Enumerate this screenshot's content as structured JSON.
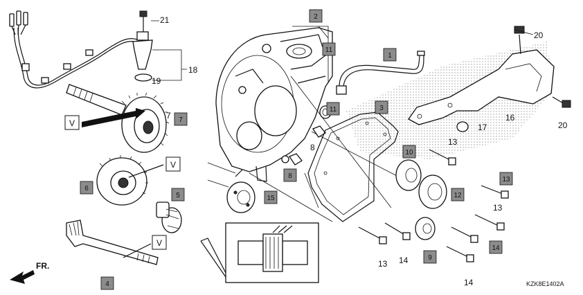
{
  "diagram": {
    "code": "KZK8E1402A",
    "direction_label": "FR.",
    "view_marker": "V",
    "callouts_plain": [
      {
        "id": "c21",
        "text": "21"
      },
      {
        "id": "c20a",
        "text": "20"
      },
      {
        "id": "c18",
        "text": "18"
      },
      {
        "id": "c19",
        "text": "19"
      },
      {
        "id": "c16",
        "text": "16"
      },
      {
        "id": "c17",
        "text": "17"
      },
      {
        "id": "c20b",
        "text": "20"
      },
      {
        "id": "c8a",
        "text": "8"
      },
      {
        "id": "c13a",
        "text": "13"
      },
      {
        "id": "c13b",
        "text": "13"
      },
      {
        "id": "c13c",
        "text": "13"
      },
      {
        "id": "c14a",
        "text": "14"
      },
      {
        "id": "c14b",
        "text": "14"
      },
      {
        "id": "c7",
        "text": "7"
      }
    ],
    "callouts_boxed": [
      {
        "id": "b2",
        "text": "2"
      },
      {
        "id": "b1",
        "text": "1"
      },
      {
        "id": "b11a",
        "text": "11"
      },
      {
        "id": "b11b",
        "text": "11"
      },
      {
        "id": "b3",
        "text": "3"
      },
      {
        "id": "b7",
        "text": "7"
      },
      {
        "id": "b10",
        "text": "10"
      },
      {
        "id": "b12",
        "text": "12"
      },
      {
        "id": "b13",
        "text": "13"
      },
      {
        "id": "b8",
        "text": "8"
      },
      {
        "id": "b15",
        "text": "15"
      },
      {
        "id": "b6",
        "text": "6"
      },
      {
        "id": "b5",
        "text": "5"
      },
      {
        "id": "b14",
        "text": "14"
      },
      {
        "id": "b9",
        "text": "9"
      },
      {
        "id": "b4",
        "text": "4"
      }
    ]
  },
  "colors": {
    "box_fill": "#8c8c8c",
    "line": "#111111",
    "shade": "#bdbdbd"
  }
}
